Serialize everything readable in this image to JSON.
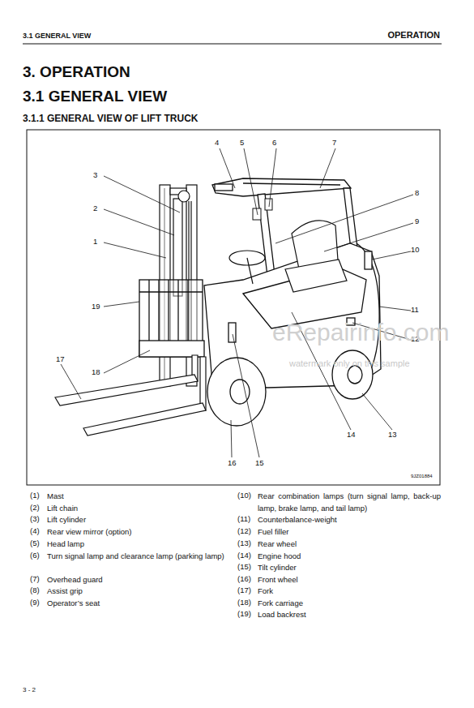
{
  "diagram": {
    "title": "3.1.1 GENERAL VIEW OF LIFT TRUCK",
    "labels": [
      "3.1 GENERAL VIEW",
      "OPERATION",
      "3. OPERATION",
      "3.1 GENERAL VIEW",
      "1",
      "2",
      "3",
      "4",
      "5",
      "6",
      "7",
      "8",
      "9",
      "10",
      "11",
      "12",
      "13",
      "14",
      "15",
      "16",
      "17",
      "18",
      "19",
      "9JZ01884",
      "eRepairinfo.com",
      "watermark only on this sample",
      "(1)",
      "Mast",
      "(2)",
      "Lift chain",
      "(3)",
      "Lift cylinder",
      "(4)",
      "Rear view mirror (option)",
      "(5)",
      "Head lamp",
      "(6)",
      "Turn signal lamp and clearance lamp (parking lamp)",
      "(7)",
      "Overhead guard",
      "(8)",
      "Assist grip",
      "(9)",
      "Operator’s seat",
      "(10)",
      "Rear combination lamps (turn signal lamp, back-up lamp, brake lamp, and tail lamp)",
      "(11)",
      "Counterbalance-weight",
      "(12)",
      "Fuel filler",
      "(13)",
      "Rear wheel",
      "(14)",
      "Engine hood",
      "(15)",
      "Tilt cylinder",
      "(16)",
      "Front wheel",
      "(17)",
      "Fork",
      "(18)",
      "Fork carriage",
      "(19)",
      "Load backrest",
      "3 - 2"
    ]
  }
}
